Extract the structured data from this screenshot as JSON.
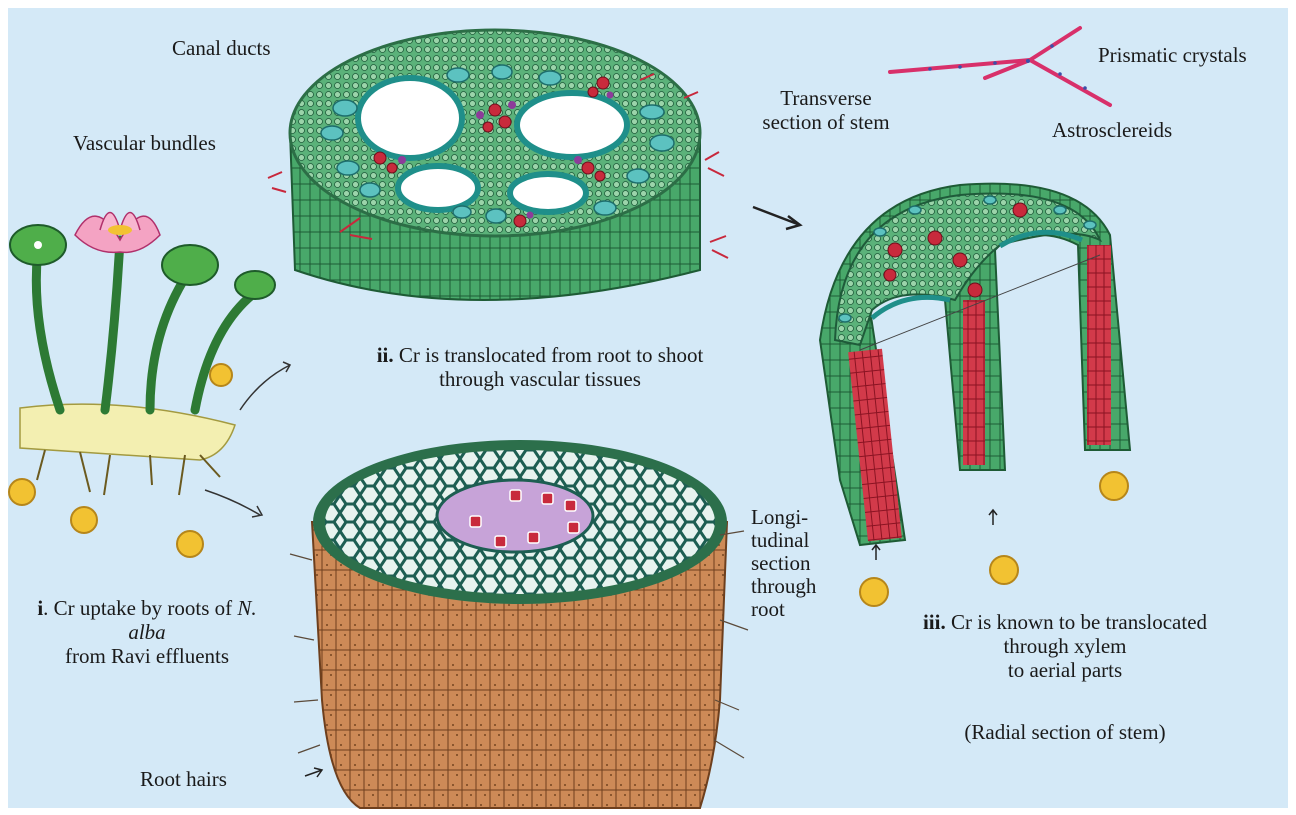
{
  "colors": {
    "background": "#d4e9f7",
    "tissue_green": "#3d9a5f",
    "xylem_red": "#c8283c",
    "cortex_brown": "#c98352",
    "endodermis_teal": "#1f6b63",
    "chromium_yellow": "#f2c232"
  },
  "labels": {
    "canal_ducts": "Canal ducts",
    "vascular_bundles": "Vascular bundles",
    "transverse_1": "Transverse",
    "transverse_2": "section of stem",
    "prismatic_crystals": "Prismatic crystals",
    "astrosclereids": "Astrosclereids",
    "longitudinal_1": "Longi-",
    "longitudinal_2": "tudinal",
    "longitudinal_3": "section",
    "longitudinal_4": "through",
    "longitudinal_5": "root",
    "root_hairs": "Root hairs",
    "radial_section": "(Radial section of stem)"
  },
  "captions": {
    "step_i": {
      "numeral": "i",
      "line1_rest": ". Cr uptake by roots of ",
      "genus": "N.",
      "species": "alba",
      "line3": "from Ravi effluents"
    },
    "step_ii": {
      "numeral": "ii.",
      "line1_rest": " Cr is translocated from root to shoot",
      "line2": "through vascular tissues"
    },
    "step_iii": {
      "numeral": "iii.",
      "line1_rest": " Cr is known to be translocated",
      "line2": "through xylem",
      "line3": "to aerial parts"
    }
  },
  "icons": {
    "chromium_particle": "Cr-ion-icon",
    "arrow": "flow-arrow-icon"
  }
}
